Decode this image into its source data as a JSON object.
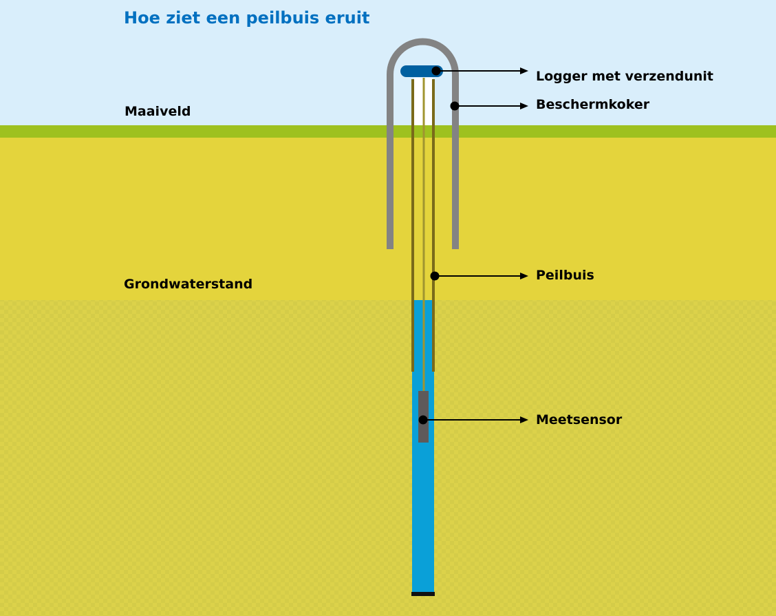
{
  "title": "Hoe ziet een peilbuis eruit",
  "levels": {
    "surface": "Maaiveld",
    "groundwater": "Grondwaterstand"
  },
  "callouts": {
    "logger": "Logger met verzendunit",
    "casing": "Beschermkoker",
    "tube": "Peilbuis",
    "sensor": "Meetsensor"
  },
  "colors": {
    "sky": "#d9eefb",
    "grass": "#9ec11f",
    "soil": "#e4d43c",
    "saturated_soil": "#d8d04c",
    "water": "#0aa0d8",
    "casing": "#838383",
    "logger": "#0060a0",
    "tube": "#7a6a1a",
    "sensor": "#5e5a5a",
    "title": "#0070c0"
  }
}
